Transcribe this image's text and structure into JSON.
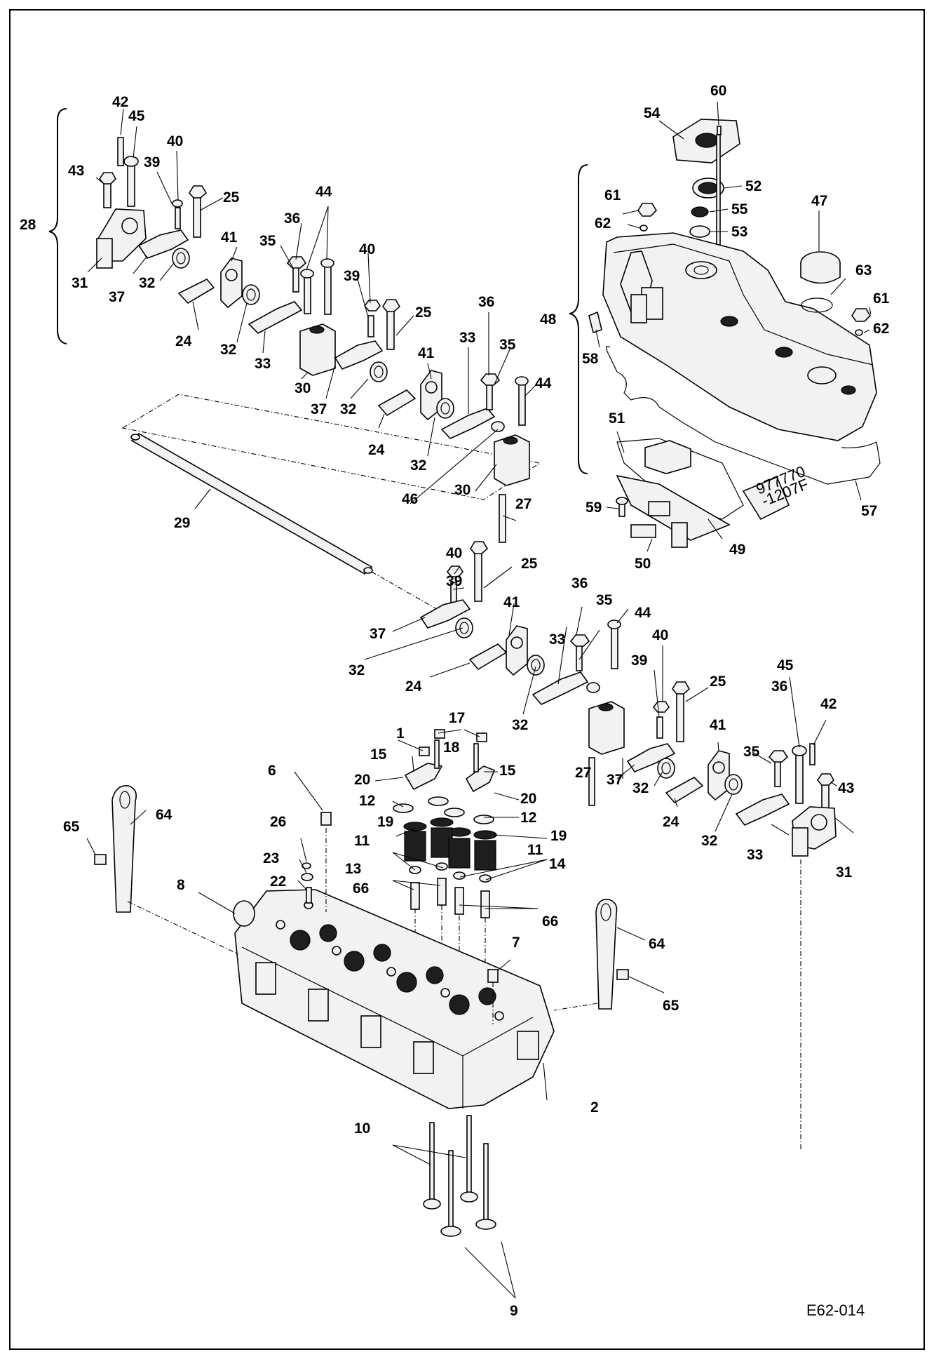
{
  "figure": {
    "reference_code": "E62-014",
    "callouts": {
      "c1": "1",
      "c2": "2",
      "c6": "6",
      "c7": "7",
      "c8": "8",
      "c9": "9",
      "c10": "10",
      "c11": "11",
      "c12": "12",
      "c13": "13",
      "c14": "14",
      "c15": "15",
      "c17": "17",
      "c18": "18",
      "c19": "19",
      "c20": "20",
      "c22": "22",
      "c23": "23",
      "c24": "24",
      "c25": "25",
      "c26": "26",
      "c27": "27",
      "c28": "28",
      "c29": "29",
      "c30": "30",
      "c31": "31",
      "c32": "32",
      "c33": "33",
      "c35": "35",
      "c36": "36",
      "c37": "37",
      "c39": "39",
      "c40": "40",
      "c41": "41",
      "c42": "42",
      "c43": "43",
      "c44": "44",
      "c45": "45",
      "c46": "46",
      "c47": "47",
      "c48": "48",
      "c49": "49",
      "c50": "50",
      "c51": "51",
      "c52": "52",
      "c53": "53",
      "c54": "54",
      "c55": "55",
      "c57": "57",
      "c58": "58",
      "c59": "59",
      "c60": "60",
      "c61": "61",
      "c62": "62",
      "c63": "63",
      "c64": "64",
      "c65": "65",
      "c66": "66"
    },
    "tube_label": "977770\n-1207F"
  }
}
